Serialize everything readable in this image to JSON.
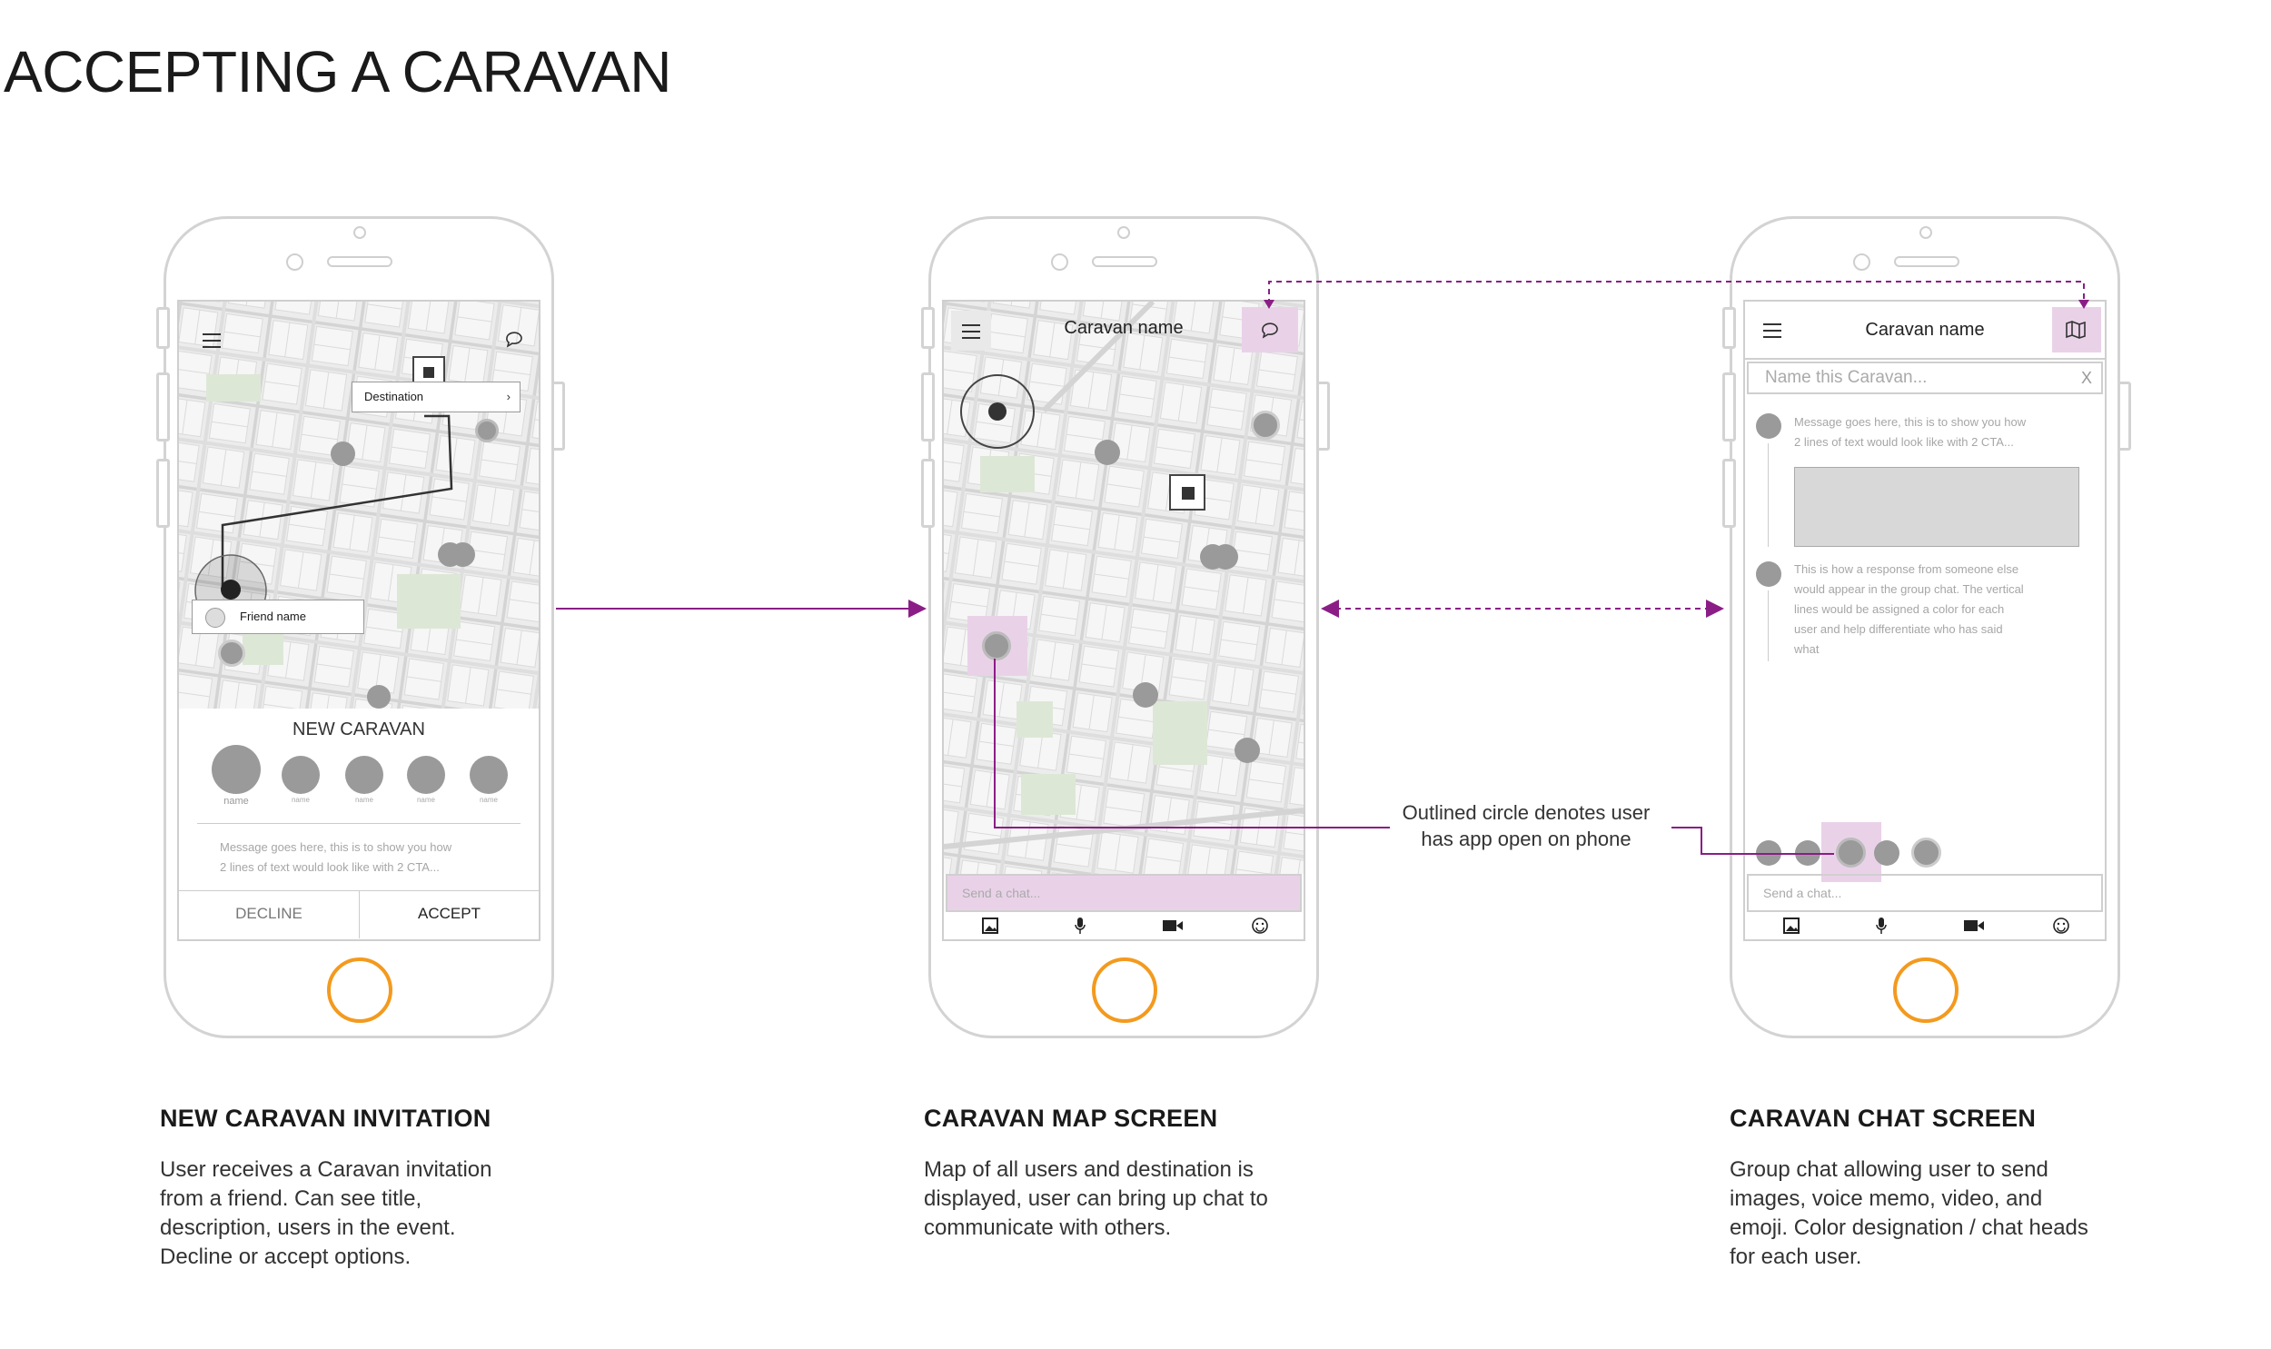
{
  "page_title": "ACCEPTING A CARAVAN",
  "colors": {
    "accent": "#8b1e86",
    "highlight": "#e9d2e8",
    "home_button": "#f39a1e"
  },
  "screen1": {
    "destination_label": "Destination",
    "friend_label": "Friend name",
    "card_title": "NEW CARAVAN",
    "members": [
      "name",
      "name",
      "name",
      "name",
      "name"
    ],
    "message_line1": "Message goes here, this is to show you how",
    "message_line2": "2 lines of text would look like with 2 CTA...",
    "decline_label": "DECLINE",
    "accept_label": "ACCEPT",
    "icons": [
      "menu-icon",
      "chat-bubble-icon"
    ]
  },
  "screen2": {
    "header_title": "Caravan name",
    "chat_placeholder": "Send a chat...",
    "icons": [
      "menu-icon",
      "chat-bubble-icon",
      "image-icon",
      "microphone-icon",
      "video-icon",
      "emoji-icon"
    ]
  },
  "screen3": {
    "header_title": "Caravan name",
    "name_placeholder": "Name this Caravan...",
    "clear_label": "X",
    "msg1_line1": "Message goes here, this is to show you how",
    "msg1_line2": "2 lines of text would look like with 2 CTA...",
    "msg2_lines": [
      "This is how a response from someone else",
      "would appear in the group chat. The vertical",
      "lines would be assigned a color for each",
      "user and help differentiate who has said",
      "what"
    ],
    "chat_placeholder": "Send a chat...",
    "icons": [
      "menu-icon",
      "map-icon",
      "image-icon",
      "microphone-icon",
      "video-icon",
      "emoji-icon"
    ]
  },
  "annotation": {
    "line1": "Outlined circle denotes user",
    "line2": "has app open on phone"
  },
  "captions": [
    {
      "title": "NEW CARAVAN INVITATION",
      "lines": [
        "User receives a Caravan invitation",
        "from a friend. Can see title,",
        "description, users in the event.",
        "Decline or accept options."
      ]
    },
    {
      "title": "CARAVAN MAP SCREEN",
      "lines": [
        "Map of all users and destination is",
        "displayed, user can bring up chat to",
        "communicate with others."
      ]
    },
    {
      "title": "CARAVAN CHAT SCREEN",
      "lines": [
        "Group chat allowing user to send",
        "images, voice memo, video, and",
        "emoji. Color designation / chat heads",
        "for each user."
      ]
    }
  ]
}
